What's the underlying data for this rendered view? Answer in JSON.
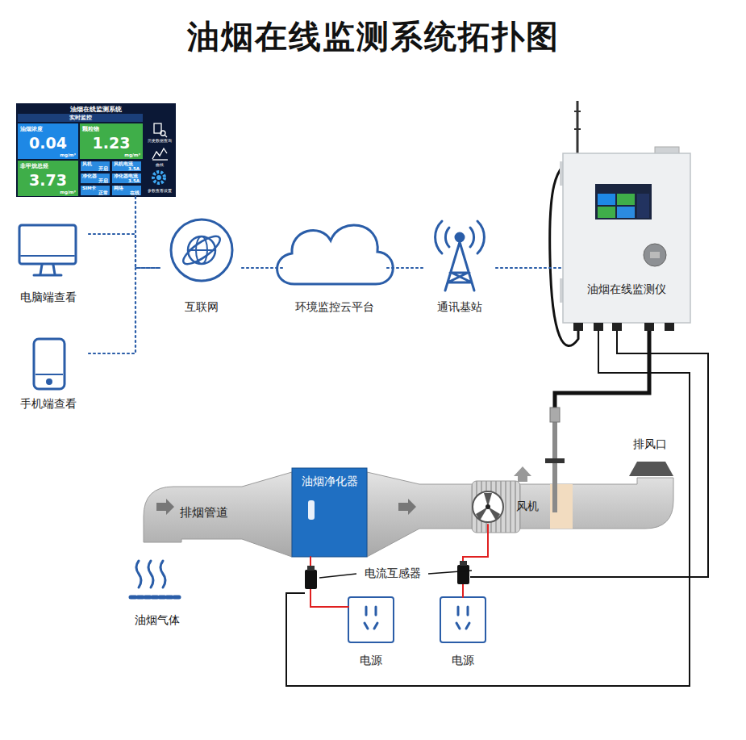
{
  "diagram": {
    "title": "油烟在线监测系统拓扑图",
    "nodes": [
      {
        "text": [
          "油烟在线监测系统"
        ]
      },
      {
        "text": [
          "实时监控"
        ],
        "in": 0
      },
      {
        "text": [
          "油烟浓度",
          "0.04",
          "mg/m³"
        ],
        "in": 0
      },
      {
        "text": [
          "颗粒物",
          "1.23",
          "mg/m³"
        ],
        "in": 0
      },
      {
        "text": [
          "非甲烷总烃",
          "3.73",
          "mg/m³"
        ],
        "in": 0
      },
      {
        "text": [
          "风机",
          "开启"
        ],
        "in": 0
      },
      {
        "text": [
          "风机电流",
          "3.5A"
        ],
        "in": 0
      },
      {
        "text": [
          "净化器",
          "开启"
        ],
        "in": 0
      },
      {
        "text": [
          "净化器电流",
          "3.5A"
        ],
        "in": 0
      },
      {
        "text": [
          "SIM卡",
          "正常"
        ],
        "in": 0
      },
      {
        "text": [
          "网络",
          "在线"
        ],
        "in": 0
      },
      {
        "text": [
          "电脑端查看"
        ]
      },
      {
        "text": [
          "手机端查看"
        ]
      },
      {
        "text": [
          "互联网"
        ]
      },
      {
        "text": [
          "环境监控云平台"
        ]
      },
      {
        "text": [
          "通讯基站"
        ]
      },
      {
        "text": [
          "油烟在线监测仪"
        ]
      },
      {
        "text": [
          "排烟管道"
        ]
      },
      {
        "text": [
          "油烟净化器"
        ]
      },
      {
        "text": [
          "风机"
        ]
      },
      {
        "text": [
          "电源"
        ]
      },
      {
        "text": [
          "电源"
        ]
      }
    ],
    "edges": [
      {
        "from": 0,
        "to": 13,
        "arrow": "none"
      },
      {
        "from": 11,
        "to": 13,
        "arrow": "none"
      },
      {
        "from": 12,
        "to": 13,
        "arrow": "none"
      },
      {
        "from": 13,
        "to": 14,
        "arrow": "none"
      },
      {
        "from": 14,
        "to": 15,
        "arrow": "none"
      },
      {
        "from": 15,
        "to": 16,
        "arrow": "none"
      },
      {
        "from": 18,
        "to": 20,
        "arrow": "none"
      },
      {
        "from": 19,
        "to": 21,
        "arrow": "none"
      }
    ],
    "labels": [
      "历史数据查询",
      "曲线",
      "参数查看设置",
      "电流互感器",
      "排风口",
      "油烟气体"
    ]
  }
}
